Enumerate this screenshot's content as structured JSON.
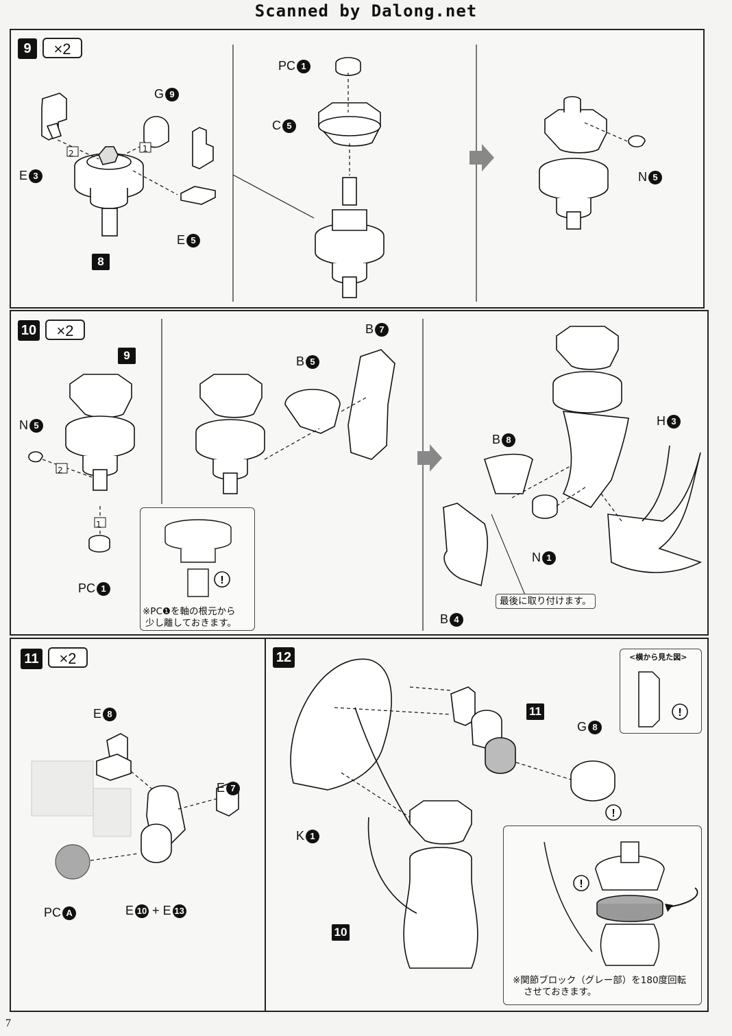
{
  "header": "Scanned by Dalong.net",
  "page_number": "7",
  "steps": {
    "s9": {
      "num": "9",
      "mult": "×2",
      "labels": {
        "G9": {
          "t": "G",
          "n": "9"
        },
        "E3": {
          "t": "E",
          "n": "3"
        },
        "E5": {
          "t": "E",
          "n": "5"
        },
        "PC1": {
          "t": "PC",
          "n": "1"
        },
        "C5": {
          "t": "C",
          "n": "5"
        },
        "N5": {
          "t": "N",
          "n": "5"
        }
      },
      "seq1": "1",
      "seq2": "2",
      "tag8": "8"
    },
    "s10": {
      "num": "10",
      "mult": "×2",
      "labels": {
        "N5": {
          "t": "N",
          "n": "5"
        },
        "PC1": {
          "t": "PC",
          "n": "1"
        },
        "B5": {
          "t": "B",
          "n": "5"
        },
        "B7": {
          "t": "B",
          "n": "7"
        },
        "B8": {
          "t": "B",
          "n": "8"
        },
        "H3": {
          "t": "H",
          "n": "3"
        },
        "N1": {
          "t": "N",
          "n": "1"
        },
        "B4": {
          "t": "B",
          "n": "4"
        }
      },
      "seq1": "1",
      "seq2": "2",
      "tag9": "9",
      "note_line1": "※PC❶を軸の根元から",
      "note_line2": "少し離しておきます。",
      "last_note": "最後に取り付けます。"
    },
    "s11": {
      "num": "11",
      "mult": "×2",
      "labels": {
        "E8": {
          "t": "E",
          "n": "8"
        },
        "E7": {
          "t": "E",
          "n": "7"
        },
        "PCA": {
          "t": "PC",
          "n": "A"
        },
        "E10": {
          "t": "E",
          "n": "10"
        },
        "E13": {
          "t": "E",
          "n": "13"
        }
      },
      "plus": "+"
    },
    "s12": {
      "num": "12",
      "side_view": "<横から見た図>",
      "labels": {
        "G8": {
          "t": "G",
          "n": "8"
        },
        "K1": {
          "t": "K",
          "n": "1"
        }
      },
      "tag11": "11",
      "tag10": "10",
      "note_line1": "※関節ブロック（グレー部）を180度回転",
      "note_line2": "させておきます。"
    }
  }
}
